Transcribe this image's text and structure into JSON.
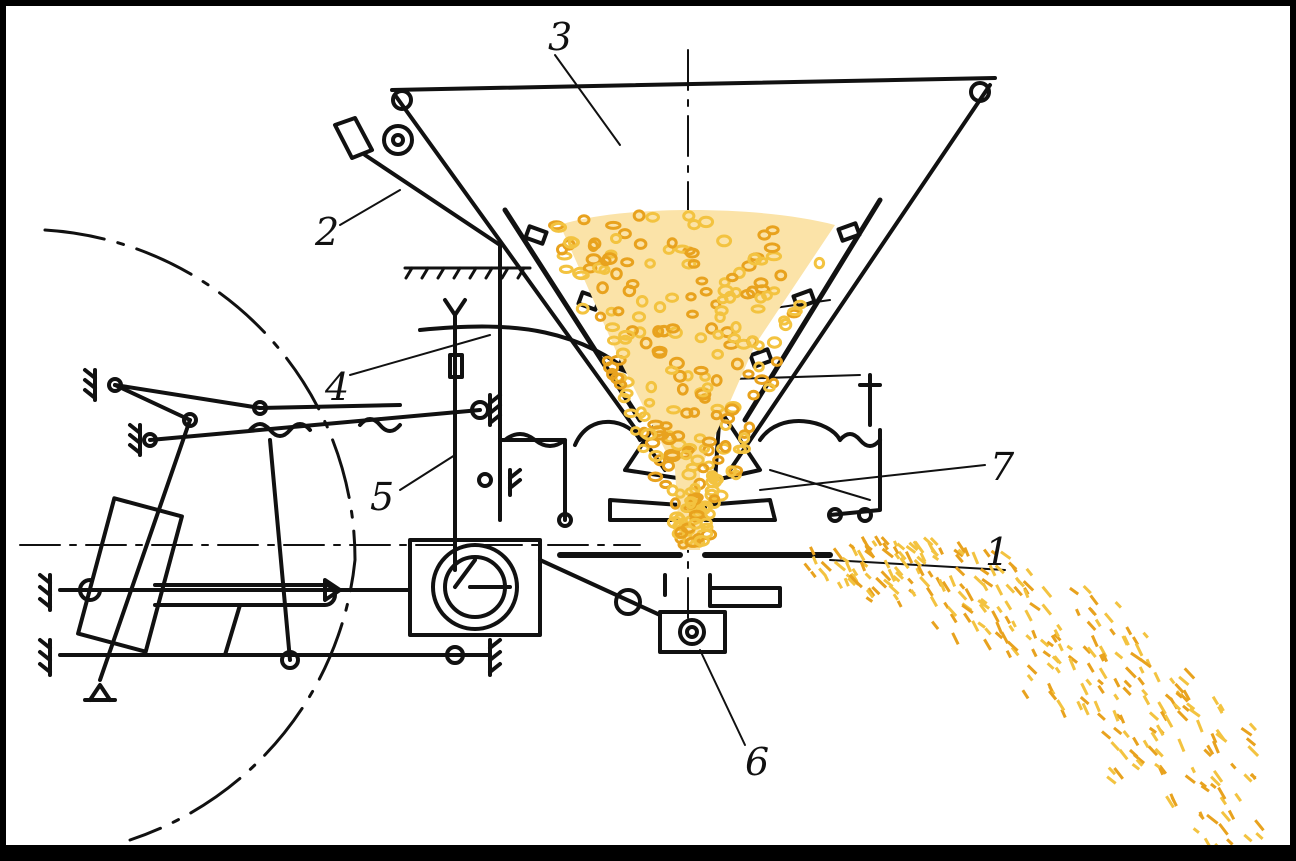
{
  "callouts": {
    "label_1": "1",
    "label_2": "2",
    "label_3": "3",
    "label_4": "4",
    "label_5": "5",
    "label_6": "6",
    "label_7": "7"
  },
  "colors": {
    "line": "#111111",
    "grain": "#e8a21e",
    "grain_light": "#f3c340",
    "background": "#ffffff"
  }
}
